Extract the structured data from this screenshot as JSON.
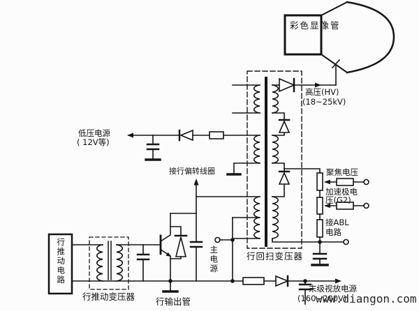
{
  "colors": {
    "ink": "#141414",
    "background": "#fcfcfc",
    "watermark": "#262626"
  },
  "crt": {
    "label": "彩色显像管"
  },
  "outputs": {
    "hv": {
      "line1": "高压(HV)",
      "line2": "(18~25kV)"
    },
    "lv": {
      "line1": "低压电源",
      "line2": "( 12V等)"
    },
    "deflection": "接行偏转线圈",
    "focus": "聚焦电压",
    "g2": {
      "line1": "加速极电",
      "line2": "压(G2)"
    },
    "abl": {
      "line1": "接ABL",
      "line2": "电路"
    },
    "video": {
      "line1": "末级视放电源",
      "line2": "(160~200V)"
    }
  },
  "blocks": {
    "drive_circuit": "行推动电路",
    "drive_transformer": "行推动变压器",
    "output_tube": "行输出管",
    "flyback_transformer": "行回扫变压器",
    "main_power": "主电源"
  },
  "watermark": "www.diangon.com"
}
